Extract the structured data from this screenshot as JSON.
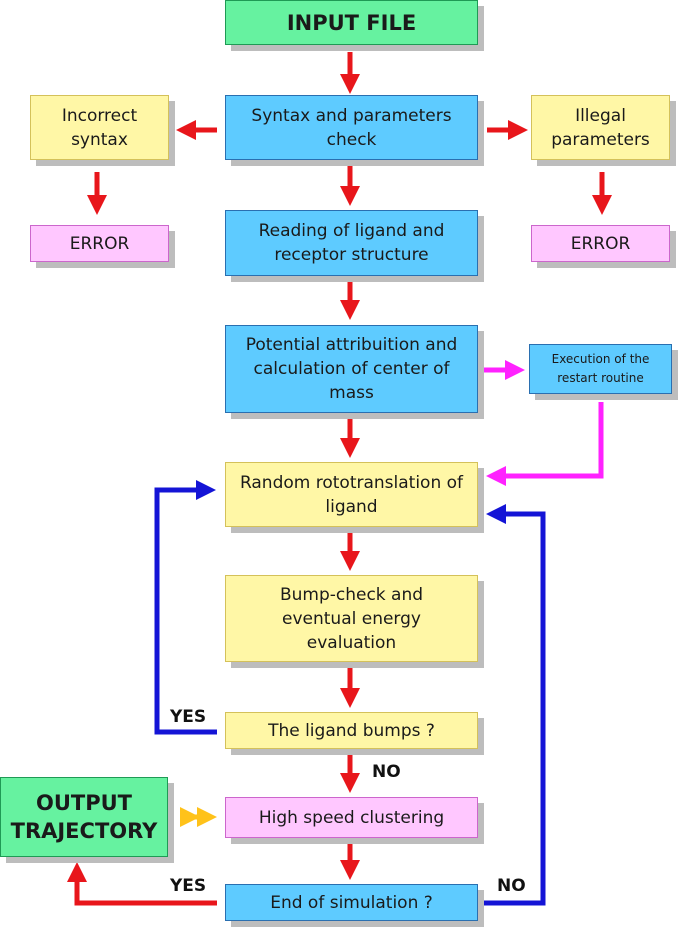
{
  "boxes": {
    "input_file": "INPUT FILE",
    "syntax_check": "Syntax and parameters check",
    "incorrect_syntax": "Incorrect syntax",
    "illegal_parameters": "Illegal parameters",
    "error_left": "ERROR",
    "error_right": "ERROR",
    "reading": "Reading of ligand and receptor structure",
    "potential": "Potential attribuition and calculation of center of mass",
    "restart": "Execution of the restart routine",
    "random": "Random rototranslation of ligand",
    "bump_check": "Bump-check and eventual energy evaluation",
    "ligand_bumps": "The ligand bumps ?",
    "clustering": "High speed clustering",
    "end_sim": "End of simulation ?",
    "output": "OUTPUT TRAJECTORY"
  },
  "labels": {
    "yes_bumps": "YES",
    "no_bumps": "NO",
    "yes_end": "YES",
    "no_end": "NO"
  },
  "colors": {
    "flow_arrow": "#e8161b",
    "loop_arrow": "#1414d6",
    "restart_arrow": "#ff22ff",
    "output_arrow": "#ffc21a"
  }
}
